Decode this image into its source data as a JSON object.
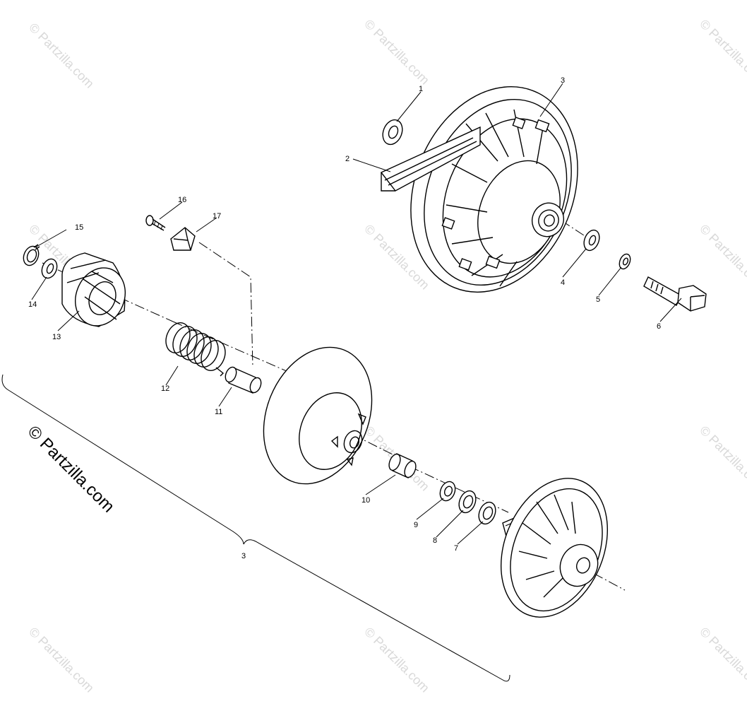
{
  "watermark": {
    "main": "© Partzilla.com",
    "small": "© Partzilla.com"
  },
  "callouts": {
    "p1": "1",
    "p2": "2",
    "p3": "3",
    "p4": "4",
    "p5": "5",
    "p6": "6",
    "p7": "7",
    "p8": "8",
    "p9": "9",
    "p10": "10",
    "p11": "11",
    "p12": "12",
    "p13": "13",
    "p14": "14",
    "p15": "15",
    "p16": "16",
    "p17": "17",
    "assembly": "3"
  }
}
